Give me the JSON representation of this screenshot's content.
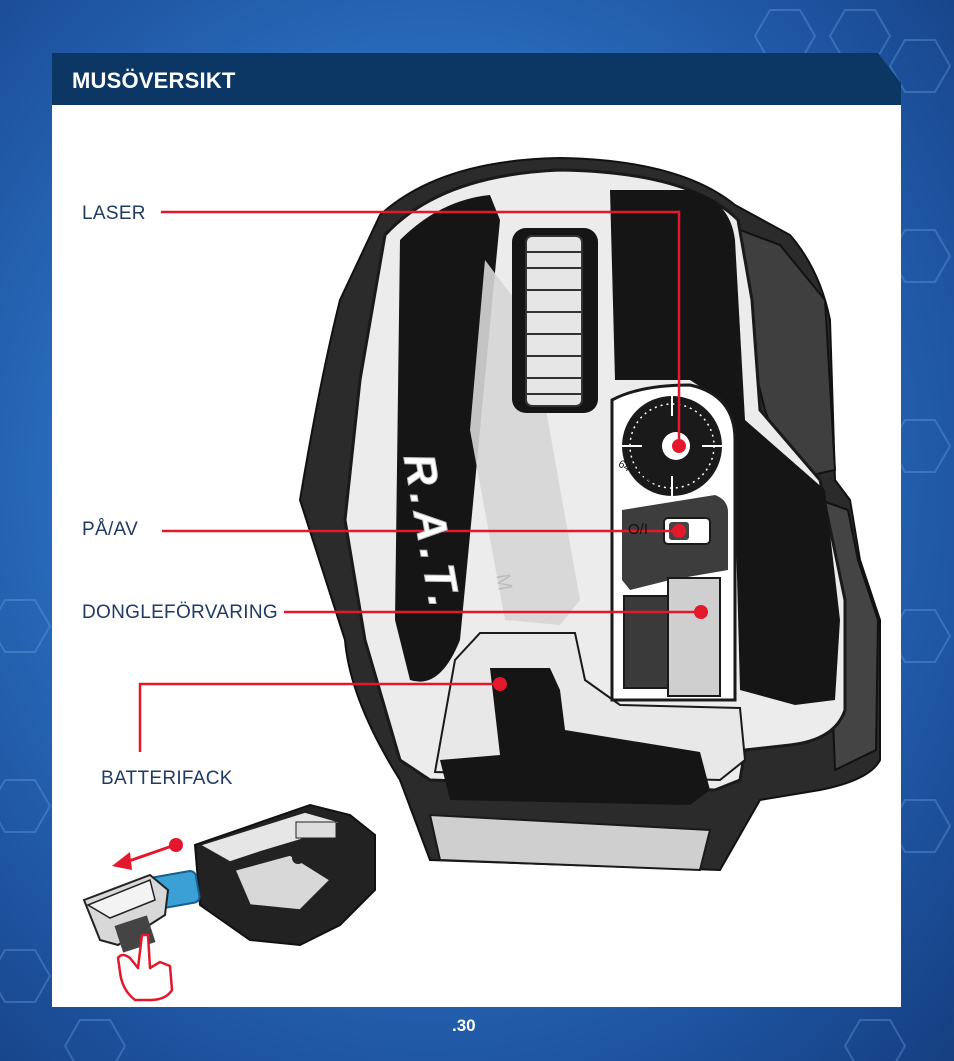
{
  "header": {
    "title": "MUSÖVERSIKT"
  },
  "callouts": {
    "laser": "LASER",
    "power": "PÅ/AV",
    "dongle": "DONGLEFÖRVARING",
    "battery": "BATTERIFACK"
  },
  "mouse": {
    "brand_mark": "R.A.T.",
    "model_suffix": "M",
    "dpi_label": "6400 DPI",
    "switch_label": "O/I"
  },
  "page": {
    "number": ".30"
  },
  "colors": {
    "header_bg": "#0c3764",
    "accent_red": "#e3182d",
    "mouse_body": "#ececec",
    "mouse_dark": "#1a1a1a"
  }
}
